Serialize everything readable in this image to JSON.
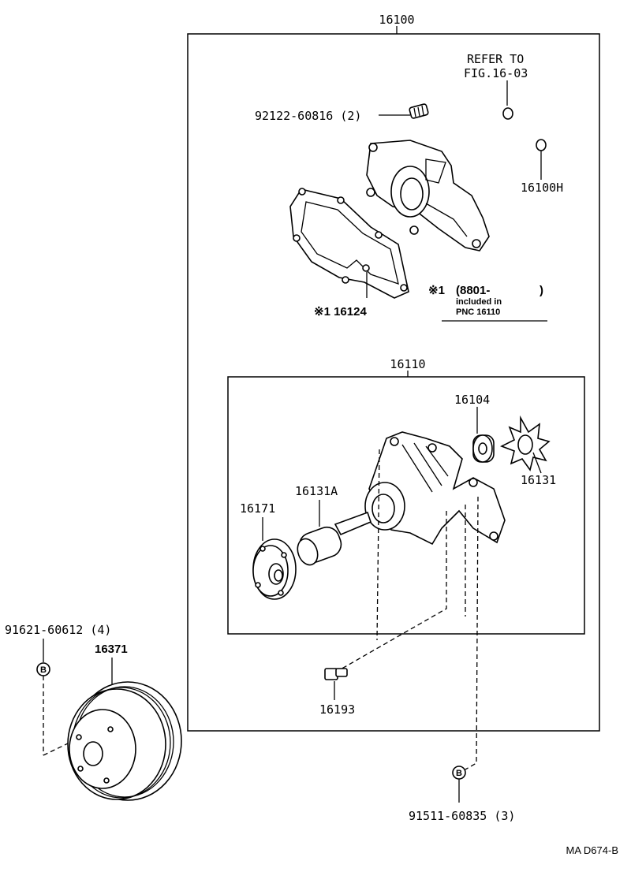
{
  "labels": {
    "assembly": "16100",
    "refer_line1": "REFER TO",
    "refer_line2": "FIG.16-03",
    "stud": "92122-60816 (2)",
    "oring": "16100H",
    "gasket": "※1  16124",
    "note_ref": "※1",
    "note_date": "(8801-",
    "note_close": ")",
    "note_line2": "included in",
    "note_line3": "PNC 16110",
    "pump_subassy": "16110",
    "seal": "16104",
    "impeller": "16131",
    "shaft": "16131A",
    "flange": "16171",
    "bolt": "16193",
    "bolt_b_left": "91621-60612 (4)",
    "pulley": "16371",
    "bolt_b_bottom": "91511-60835 (3)",
    "b_mark": "B",
    "footer": "MA  D674-B"
  }
}
